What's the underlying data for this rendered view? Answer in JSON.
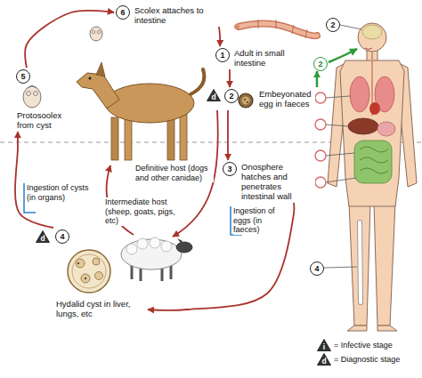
{
  "diagram": {
    "nodes": [
      {
        "text": [
          "6",
          "Scolex attaches to intestine"
        ]
      },
      {
        "text": [
          "1",
          "Adult in small intestine"
        ]
      },
      {
        "text": [
          "2"
        ]
      },
      {
        "text": [
          "2"
        ]
      },
      {
        "text": [
          "d"
        ]
      },
      {
        "text": [
          "2",
          "Embeyonated egg in faeces"
        ]
      },
      {
        "text": [
          "5",
          "Protosoolex from cyst"
        ]
      },
      {
        "text": [
          "3",
          "Onosphere hatches and penetrates intestinal wall"
        ]
      },
      {
        "text": [
          "d"
        ]
      },
      {
        "text": [
          "4",
          "Hydalid cyst in liver, lungs, etc"
        ]
      },
      {
        "text": [
          "4"
        ]
      }
    ],
    "edges": [
      {
        "from": 0,
        "to": 1,
        "arrow": "to"
      },
      {
        "from": 1,
        "to": 5,
        "arrow": "to"
      },
      {
        "from": 5,
        "to": 7,
        "arrow": "to"
      },
      {
        "from": 7,
        "to": 9,
        "arrow": "to"
      },
      {
        "from": 9,
        "to": 6,
        "arrow": "to"
      },
      {
        "from": 6,
        "to": 0,
        "arrow": "to"
      },
      {
        "from": 5,
        "to": 3,
        "arrow": "to"
      }
    ],
    "labels": [
      "Definitive host (dogs and other canidae)",
      "Ingestion of cysts (in organs)",
      "Ingestion of eggs (in faeces)",
      "Intermediate host (sheep, goats, pigs, etc)",
      "i",
      "d"
    ],
    "legend": [
      {
        "text": "= Infective stage"
      },
      {
        "text": "= Diagnostic stage"
      }
    ]
  }
}
